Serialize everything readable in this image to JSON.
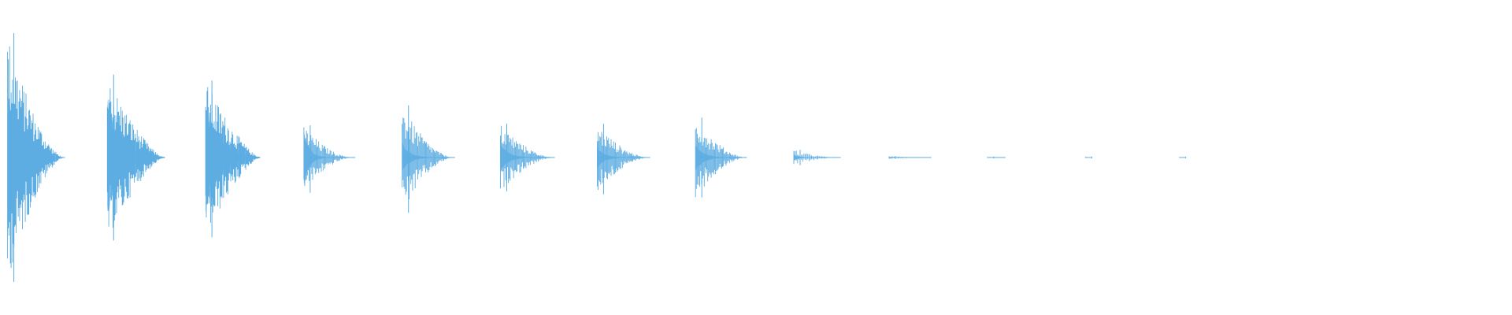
{
  "waveform": {
    "color": "#5dade2",
    "background": "#ffffff",
    "duration_seconds": 1,
    "hits": [
      {
        "start": 0.005,
        "length": 0.038,
        "peak_up": 0.81,
        "peak_down": 0.81,
        "body": 0.45,
        "decay": 0.55,
        "density": "dense"
      },
      {
        "start": 0.071,
        "length": 0.038,
        "peak_up": 0.54,
        "peak_down": 0.54,
        "body": 0.42,
        "decay": 0.7,
        "density": "dense"
      },
      {
        "start": 0.136,
        "length": 0.036,
        "peak_up": 0.5,
        "peak_down": 0.52,
        "body": 0.38,
        "decay": 0.75,
        "density": "dense"
      },
      {
        "start": 0.201,
        "length": 0.034,
        "peak_up": 0.21,
        "peak_down": 0.23,
        "body": 0.18,
        "decay": 0.35,
        "density": "medium"
      },
      {
        "start": 0.266,
        "length": 0.035,
        "peak_up": 0.34,
        "peak_down": 0.36,
        "body": 0.1,
        "decay": 0.45,
        "density": "medium"
      },
      {
        "start": 0.331,
        "length": 0.036,
        "peak_up": 0.22,
        "peak_down": 0.22,
        "body": 0.09,
        "decay": 0.5,
        "density": "medium"
      },
      {
        "start": 0.395,
        "length": 0.035,
        "peak_up": 0.22,
        "peak_down": 0.24,
        "body": 0.07,
        "decay": 0.45,
        "density": "medium"
      },
      {
        "start": 0.46,
        "length": 0.034,
        "peak_up": 0.26,
        "peak_down": 0.26,
        "body": 0.09,
        "decay": 0.5,
        "density": "medium"
      },
      {
        "start": 0.525,
        "length": 0.031,
        "peak_up": 0.05,
        "peak_down": 0.05,
        "body": 0.02,
        "decay": 0.4,
        "density": "sparse"
      },
      {
        "start": 0.588,
        "length": 0.028,
        "peak_up": 0.01,
        "peak_down": 0.01,
        "body": 0.005,
        "decay": 0.4,
        "density": "sparse"
      },
      {
        "start": 0.653,
        "length": 0.012,
        "peak_up": 0.006,
        "peak_down": 0.006,
        "body": 0.003,
        "decay": 0.4,
        "density": "sparse"
      },
      {
        "start": 0.718,
        "length": 0.004,
        "peak_up": 0.006,
        "peak_down": 0.006,
        "body": 0.003,
        "decay": 0.4,
        "density": "sparse"
      },
      {
        "start": 0.78,
        "length": 0.004,
        "peak_up": 0.005,
        "peak_down": 0.005,
        "body": 0.002,
        "decay": 0.4,
        "density": "sparse"
      }
    ]
  }
}
